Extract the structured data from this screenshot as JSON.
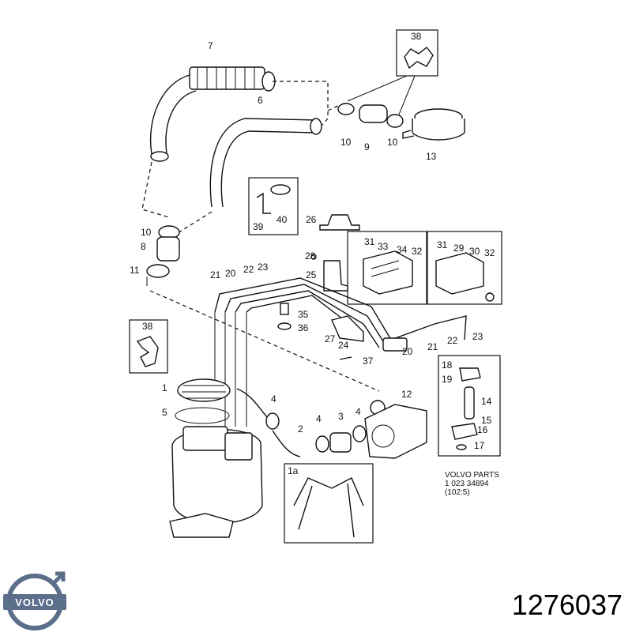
{
  "part_number": "1276037",
  "brand_logo": {
    "text": "VOLVO",
    "color": "#5c6f8a"
  },
  "diagram": {
    "footer": [
      "VOLVO PARTS",
      "1 023 34894",
      "(102:5)"
    ],
    "callouts": {
      "c7": "7",
      "c6": "6",
      "c38a": "38",
      "c10a": "10",
      "c9": "9",
      "c10b": "10",
      "c13": "13",
      "c40": "40",
      "c39": "39",
      "c26": "26",
      "c10c": "10",
      "c8": "8",
      "c11": "11",
      "c38b": "38",
      "c31a": "31",
      "c33": "33",
      "c34": "34",
      "c32a": "32",
      "c31b": "31",
      "c29": "29",
      "c30": "30",
      "c32b": "32",
      "c28": "28",
      "c25": "25",
      "c21a": "21",
      "c20a": "20",
      "c22a": "22",
      "c23a": "23",
      "c35": "35",
      "c36": "36",
      "c27": "27",
      "c24": "24",
      "c20b": "20",
      "c21b": "21",
      "c22b": "22",
      "c23b": "23",
      "c37": "37",
      "c18": "18",
      "c19": "19",
      "c14": "14",
      "c15": "15",
      "c16": "16",
      "c17": "17",
      "c1": "1",
      "c5": "5",
      "c4a": "4",
      "c2": "2",
      "c4b": "4",
      "c3": "3",
      "c4c": "4",
      "c12": "12",
      "c1a": "1a"
    }
  }
}
